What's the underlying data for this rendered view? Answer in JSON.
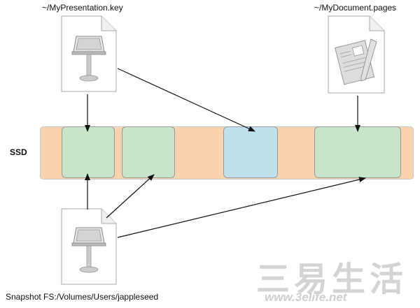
{
  "labels": {
    "keynote_file": "~/MyPresentation.key",
    "pages_file": "~/MyDocument.pages",
    "ssd": "SSD",
    "snapshot": "Snapshot FS:/Volumes/Users/jappleseed"
  },
  "watermark": {
    "chinese": "三易生活",
    "url": "www.3elife.net"
  },
  "icons": {
    "keynote": "keynote-podium-icon",
    "pages": "pages-document-icon",
    "snapshot": "keynote-podium-icon"
  },
  "colors": {
    "ssd_free": "#f8d3ae",
    "block_green": "#c6e5c9",
    "block_blue": "#bfe1ee",
    "arrow": "#111111"
  }
}
